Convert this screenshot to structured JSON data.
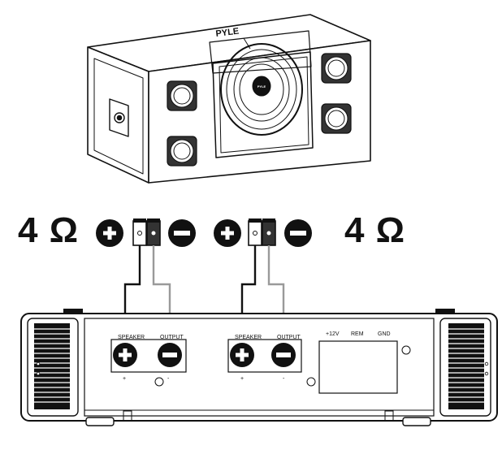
{
  "brand": "PYLE",
  "impedance_left": "4 Ω",
  "impedance_right": "4 Ω",
  "amp_labels": {
    "speaker_1": "SPEAKER",
    "output_1": "OUTPUT",
    "speaker_2": "SPEAKER",
    "output_2": "OUTPUT",
    "plus_1": "+",
    "minus_1": "-",
    "plus_2": "+",
    "minus_2": "-",
    "power_12v": "+12V",
    "rem": "REM",
    "gnd": "GND"
  },
  "colors": {
    "ink": "#111111",
    "positive_wire": "#111111",
    "negative_wire": "#9a9a9a"
  }
}
